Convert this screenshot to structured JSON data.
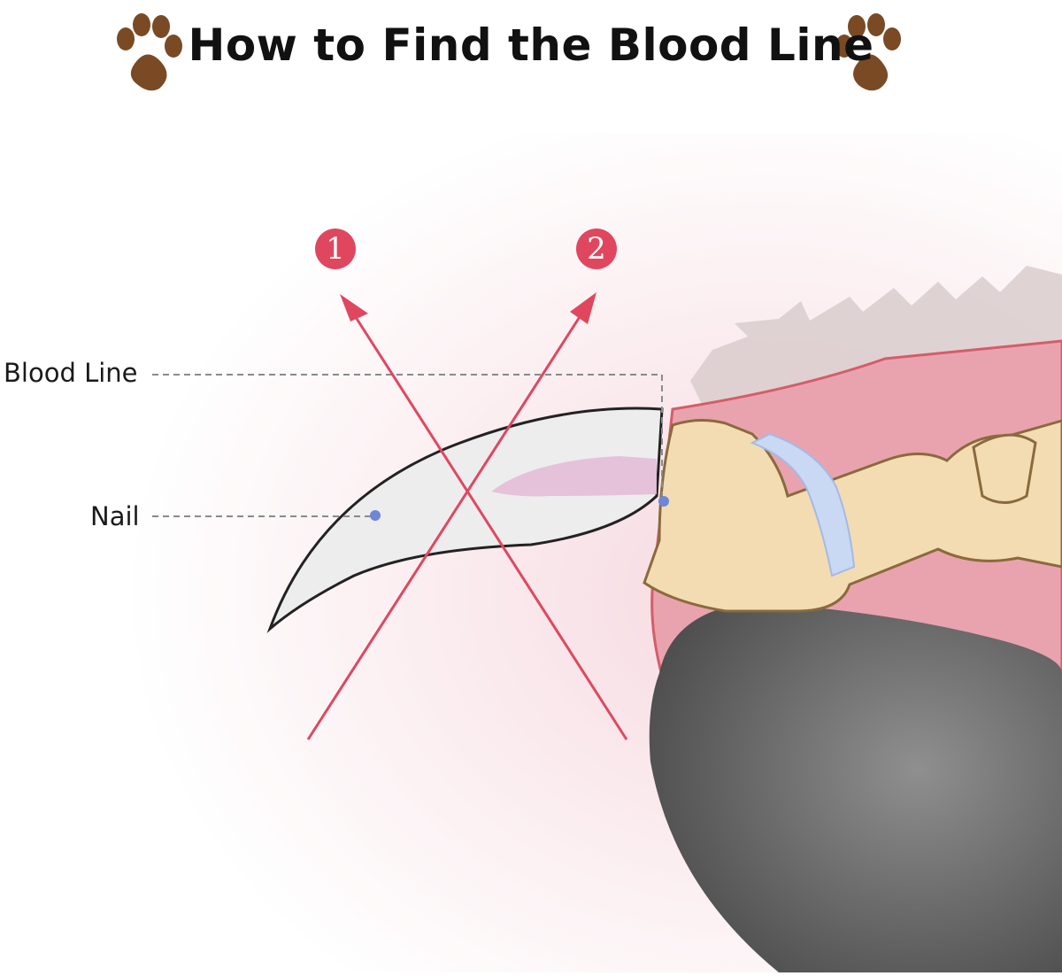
{
  "header": {
    "title": "How to Find the Blood Line",
    "left_icon": "paw-print-icon",
    "right_icon": "paw-print-icon"
  },
  "labels": {
    "blood_line": "Blood Line",
    "nail": "Nail"
  },
  "markers": {
    "one": "1",
    "two": "2"
  },
  "colors": {
    "paw": "#7a4a24",
    "arrow": "#e0475f",
    "badge": "#e0475f",
    "blood_line": "#d89ab8",
    "skin": "#e9a3ae",
    "bone": "#f3dcb2",
    "pad": "#6f6f6f",
    "leader": "#777777",
    "dot": "#6f86d6"
  }
}
